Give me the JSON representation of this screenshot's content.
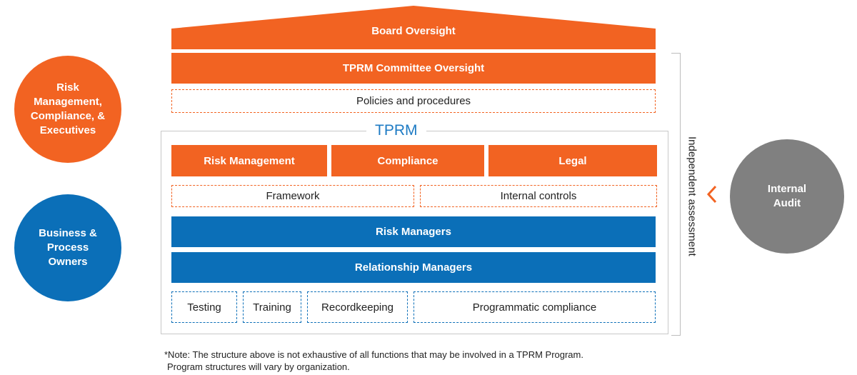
{
  "circles": {
    "risk_mgmt": "Risk Management, Compliance, & Executives",
    "business": "Business & Process Owners",
    "internal_audit": "Internal Audit"
  },
  "house": {
    "board_oversight": "Board Oversight",
    "committee_oversight": "TPRM Committee Oversight",
    "policies": "Policies and procedures",
    "tprm_label": "TPRM",
    "functions": [
      "Risk Management",
      "Compliance",
      "Legal"
    ],
    "framework": "Framework",
    "internal_controls": "Internal controls",
    "risk_managers": "Risk Managers",
    "relationship_managers": "Relationship Managers",
    "activities": [
      "Testing",
      "Training",
      "Recordkeeping",
      "Programmatic compliance"
    ]
  },
  "independent_assessment": "Independent assessment",
  "note": {
    "line1": "*Note: The structure above is not exhaustive of all functions that may be involved in a TPRM Program.",
    "line2": "Program structures will vary by organization."
  },
  "colors": {
    "orange": "#f26322",
    "blue": "#0b6fb8",
    "gray_circle": "#808080",
    "tprm_title": "#1e7bc4"
  }
}
